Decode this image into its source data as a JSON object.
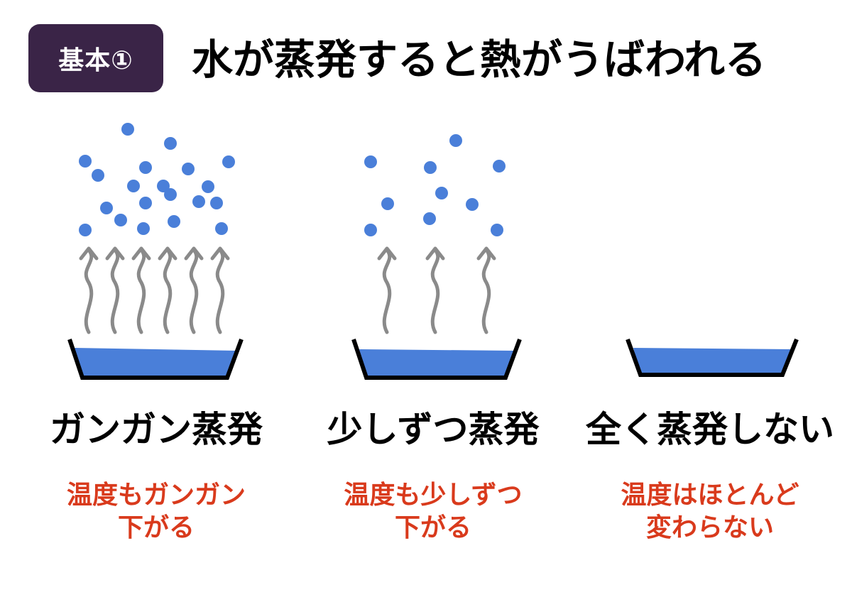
{
  "header": {
    "badge": "基本①",
    "title": "水が蒸発すると熱がうばわれる"
  },
  "panels": [
    {
      "label": "ガンガン蒸発",
      "note_line1": "温度もガンガン",
      "note_line2": "下がる",
      "vapor_arrows": 6
    },
    {
      "label": "少しずつ蒸発",
      "note_line1": "温度も少しずつ",
      "note_line2": "下がる",
      "vapor_arrows": 3
    },
    {
      "label": "全く蒸発しない",
      "note_line1": "温度はほとんど",
      "note_line2": "変わらない",
      "vapor_arrows": 0
    }
  ],
  "colors": {
    "badge_bg": "#3a2447",
    "water": "#4a7fd9",
    "droplet": "#4a7fd9",
    "arrow": "#8a8a8a",
    "note_text": "#d93a1c"
  }
}
